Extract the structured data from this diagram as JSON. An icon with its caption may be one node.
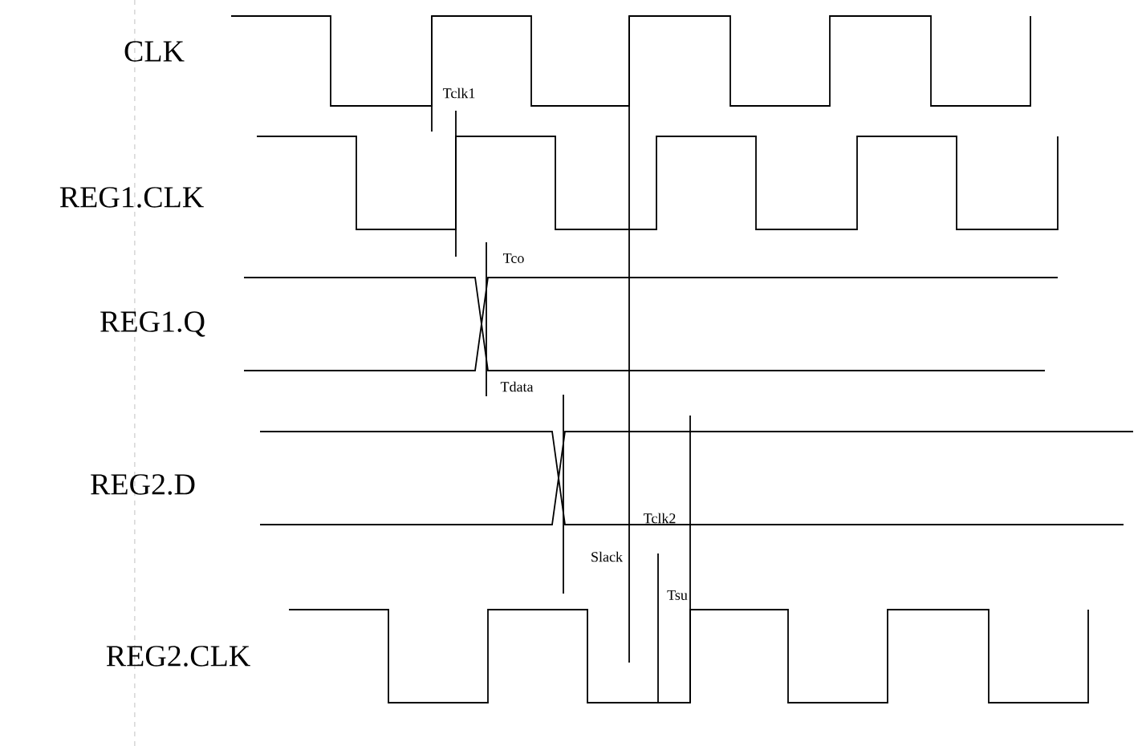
{
  "diagram": {
    "labels": [
      "CLK",
      "Tclk1",
      "REG1.CLK",
      "Tco",
      "REG1.Q",
      "Tdata",
      "REG2.D",
      "Tclk2",
      "Slack",
      "Tsu",
      "REG2.CLK"
    ]
  }
}
